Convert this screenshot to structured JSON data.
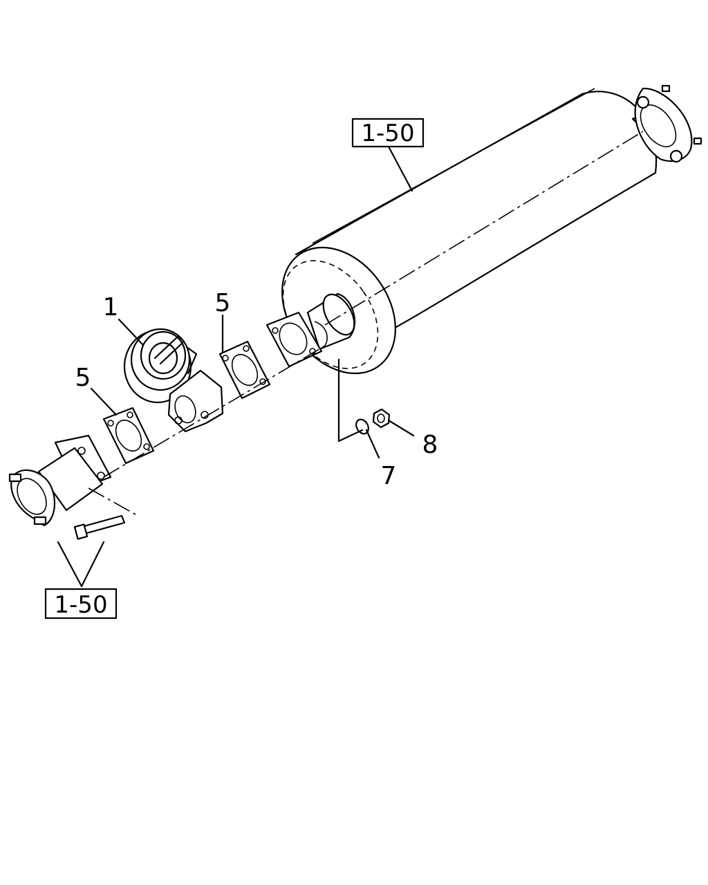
{
  "callouts": {
    "ref_top": "1-50",
    "ref_bottom": "1-50",
    "part_1": "1",
    "part_5_upper": "5",
    "part_5_lower": "5",
    "part_7": "7",
    "part_8": "8"
  }
}
